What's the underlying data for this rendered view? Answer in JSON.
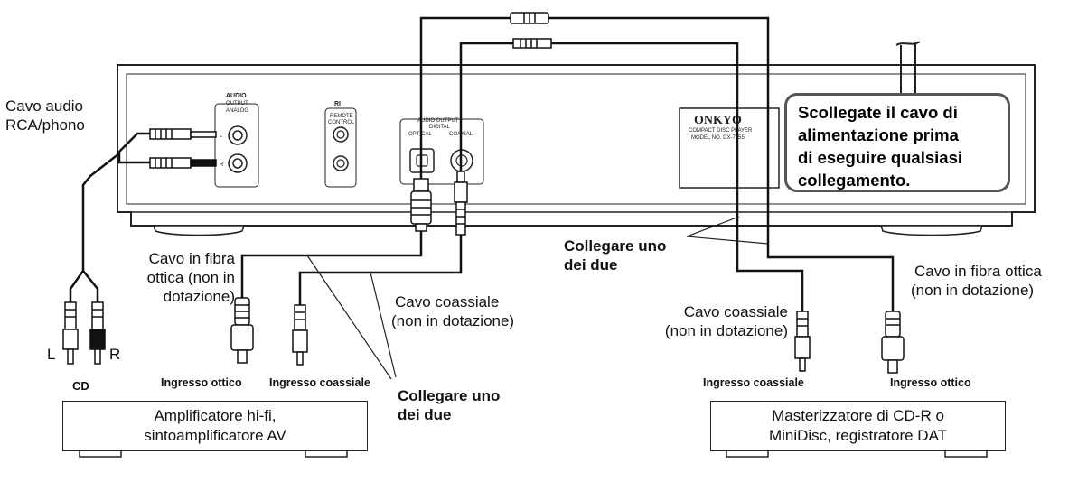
{
  "labels": {
    "rca_cable": [
      "Cavo audio",
      "RCA/phono"
    ],
    "optical_left": [
      "Cavo in fibra",
      "ottica (non in",
      "dotazione)"
    ],
    "coax_left": [
      "Cavo coassiale",
      "(non in dotazione)"
    ],
    "connect_one_top": [
      "Collegare uno",
      "dei due"
    ],
    "connect_one_bottom": [
      "Collegare uno",
      "dei due"
    ],
    "coax_right": [
      "Cavo coassiale",
      "(non in dotazione)"
    ],
    "optical_right": [
      "Cavo in fibra ottica",
      "(non in dotazione)"
    ],
    "L": "L",
    "R": "R",
    "CD": "CD",
    "in_optical_left": "Ingresso ottico",
    "in_coax_left": "Ingresso coassiale",
    "in_coax_right": "Ingresso coassiale",
    "in_optical_right": "Ingresso ottico"
  },
  "boxes": {
    "amplifier": [
      "Amplificatore hi-fi,",
      "sintoamplificatore AV"
    ],
    "recorder": [
      "Masterizzatore di CD-R o",
      "MiniDisc, registratore DAT"
    ]
  },
  "warning": [
    "Scollegate il cavo di",
    "alimentazione prima",
    "di eseguire qualsiasi",
    "collegamento."
  ],
  "panel": {
    "audio_output": "AUDIO",
    "output": "OUTPUT",
    "analog": "ANALOG",
    "ri": "RI",
    "remote": "REMOTE",
    "control": "CONTROL",
    "digital_header": "AUDIO OUTPUT",
    "digital": "DIGITAL",
    "optical": "OPTICAL",
    "coaxial": "COAXIAL",
    "brand": "ONKYO",
    "compact": "COMPACT DISC PLAYER",
    "model": "MODEL NO. DX-7355"
  }
}
